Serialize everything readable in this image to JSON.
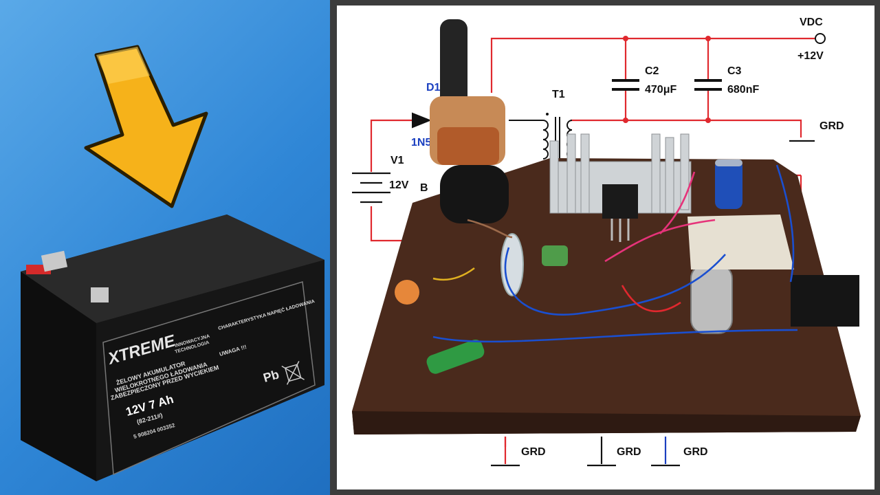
{
  "battery": {
    "brand": "XTREME",
    "brand_sub_1": "INNOWACYJNA",
    "brand_sub_2": "TECHNOLOGIA",
    "desc_1": "ŻELOWY AKUMULATOR",
    "desc_2": "WIELOKROTNEGO ŁADOWANIA",
    "desc_3": "ZABEZPIECZONY PRZED WYCIEKIEM",
    "rating": "12V 7 Ah",
    "model": "(82-211#)",
    "spec_heading": "CHARAKTERYSTYKA NAPIĘĆ ŁADOWANIA",
    "warning_heading": "UWAGA !!!",
    "pb_label": "Pb",
    "barcode_digits": "5 908204 003352"
  },
  "schematic": {
    "vdc_label": "VDC",
    "vdc_value": "+12V",
    "grd_label": "GRD",
    "c2_name": "C2",
    "c2_value": "470μF",
    "c3_name": "C3",
    "c3_value": "680nF",
    "t1_name": "T1",
    "v1_name": "V1",
    "v1_value": "12V",
    "d1_name": "D1",
    "d1_part": "1N5",
    "b_label": "B"
  },
  "colors": {
    "left_bg": "#2f86d6",
    "arrow": "#f6b21a",
    "wire_red": "#e0282e",
    "wire_blue": "#1a4fd0",
    "wire_black": "#111111",
    "board": "#4a2a1c"
  }
}
